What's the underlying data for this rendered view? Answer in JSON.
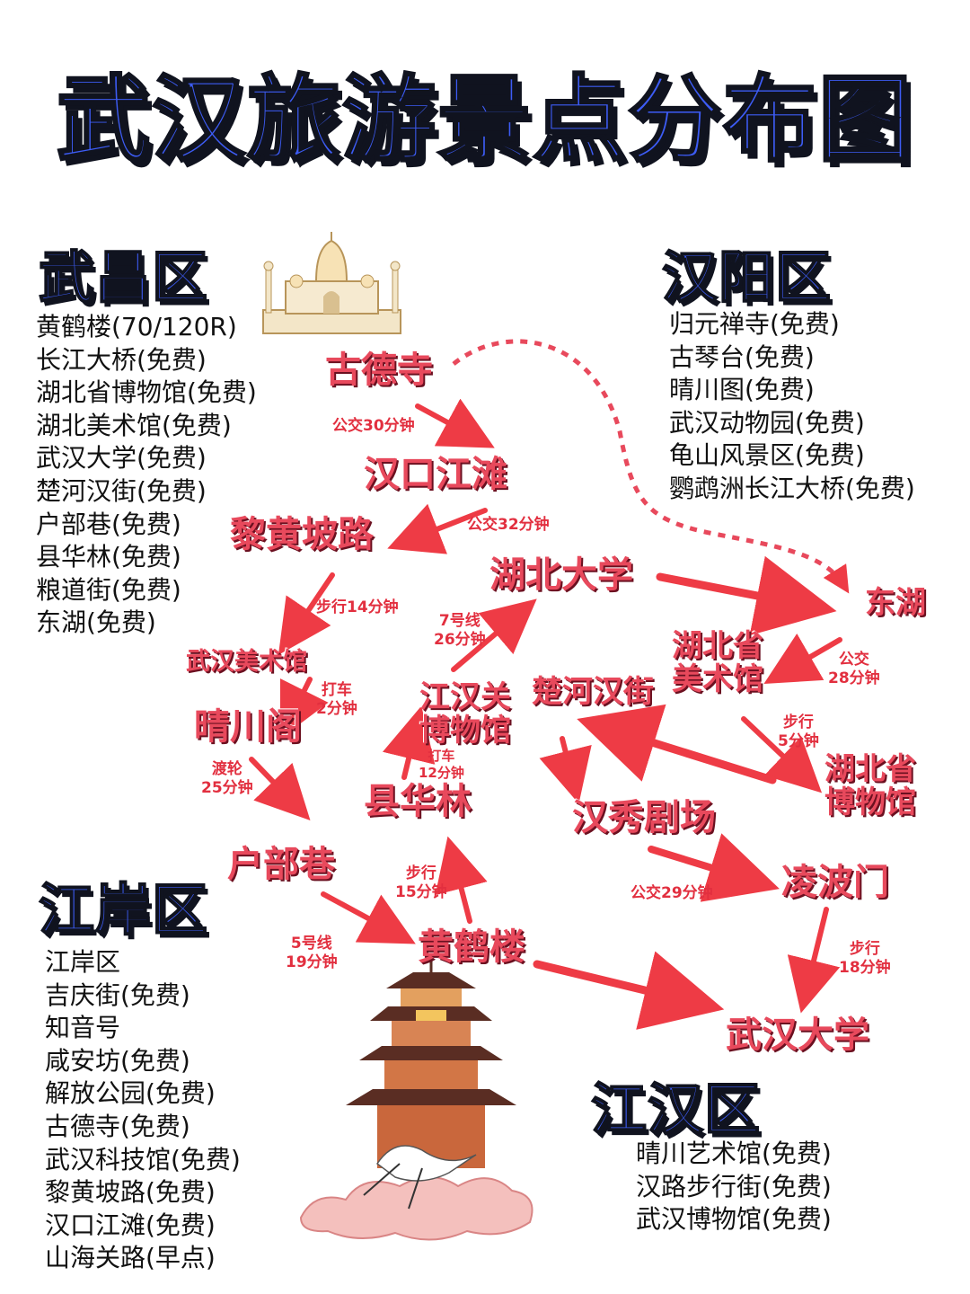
{
  "title": "武汉旅游景点分布图",
  "districts": {
    "wuchang": {
      "name": "武昌区",
      "items": [
        "黄鹤楼(70/120R)",
        "长江大桥(免费)",
        "湖北省博物馆(免费)",
        "湖北美术馆(免费)",
        "武汉大学(免费)",
        "楚河汉街(免费)",
        "户部巷(免费)",
        "县华林(免费)",
        "粮道街(免费)",
        "东湖(免费)"
      ]
    },
    "hanyang": {
      "name": "汉阳区",
      "items": [
        "归元禅寺(免费)",
        "古琴台(免费)",
        "晴川图(免费)",
        "武汉动物园(免费)",
        "龟山风景区(免费)",
        "鹦鹉洲长江大桥(免费)"
      ]
    },
    "jiangan": {
      "name": "江岸区",
      "items": [
        "江岸区",
        "吉庆街(免费)",
        "知音号",
        "咸安坊(免费)",
        "解放公园(免费)",
        "古德寺(免费)",
        "武汉科技馆(免费)",
        "黎黄坡路(免费)",
        "汉口江滩(免费)",
        "山海关路(早点)"
      ]
    },
    "jianghan": {
      "name": "江汉区",
      "items": [
        "晴川艺术馆(免费)",
        "汉路步行街(免费)",
        "武汉博物馆(免费)"
      ]
    }
  },
  "route": {
    "nodes": {
      "gudesi": "古德寺",
      "hankou": "汉口江滩",
      "lihuang": "黎黄坡路",
      "hubeidaxue": "湖北大学",
      "donghu": "东湖",
      "wuhanmeishu": "武汉美术馆",
      "qingchuange": "晴川阁",
      "jianghanguan": [
        "江汉关",
        "博物馆"
      ],
      "chuhe": "楚河汉街",
      "hbmeishu": [
        "湖北省",
        "美术馆"
      ],
      "xianhualin": "县华林",
      "hanxiu": "汉秀剧场",
      "hbbowu": [
        "湖北省",
        "博物馆"
      ],
      "hubu": "户部巷",
      "lingbo": "凌波门",
      "huanghelou": "黄鹤楼",
      "wuhandaxue": "武汉大学"
    },
    "labels": {
      "l1": "公交30分钟",
      "l2": "公交32分钟",
      "l3": "步行14分钟",
      "l4": [
        "7号线",
        "26分钟"
      ],
      "l5": [
        "公交",
        "28分钟"
      ],
      "l6": [
        "打车",
        "2分钟"
      ],
      "l7": [
        "步行",
        "5分钟"
      ],
      "l8": [
        "渡轮",
        "25分钟"
      ],
      "l9": [
        "打车",
        "12分钟"
      ],
      "l10": [
        "步行",
        "15分钟"
      ],
      "l11": "公交29分钟",
      "l12": [
        "5号线",
        "19分钟"
      ],
      "l13": [
        "步行",
        "18分钟"
      ]
    }
  },
  "colors": {
    "title_blue": "#3d5cf5",
    "route_red": "#e8495c",
    "arrow_red": "#ee3b45",
    "outline": "#10131f"
  },
  "icons": [
    "taj-mahal-illustration",
    "yellow-crane-tower-illustration",
    "crane-icon",
    "cloud-icon"
  ]
}
